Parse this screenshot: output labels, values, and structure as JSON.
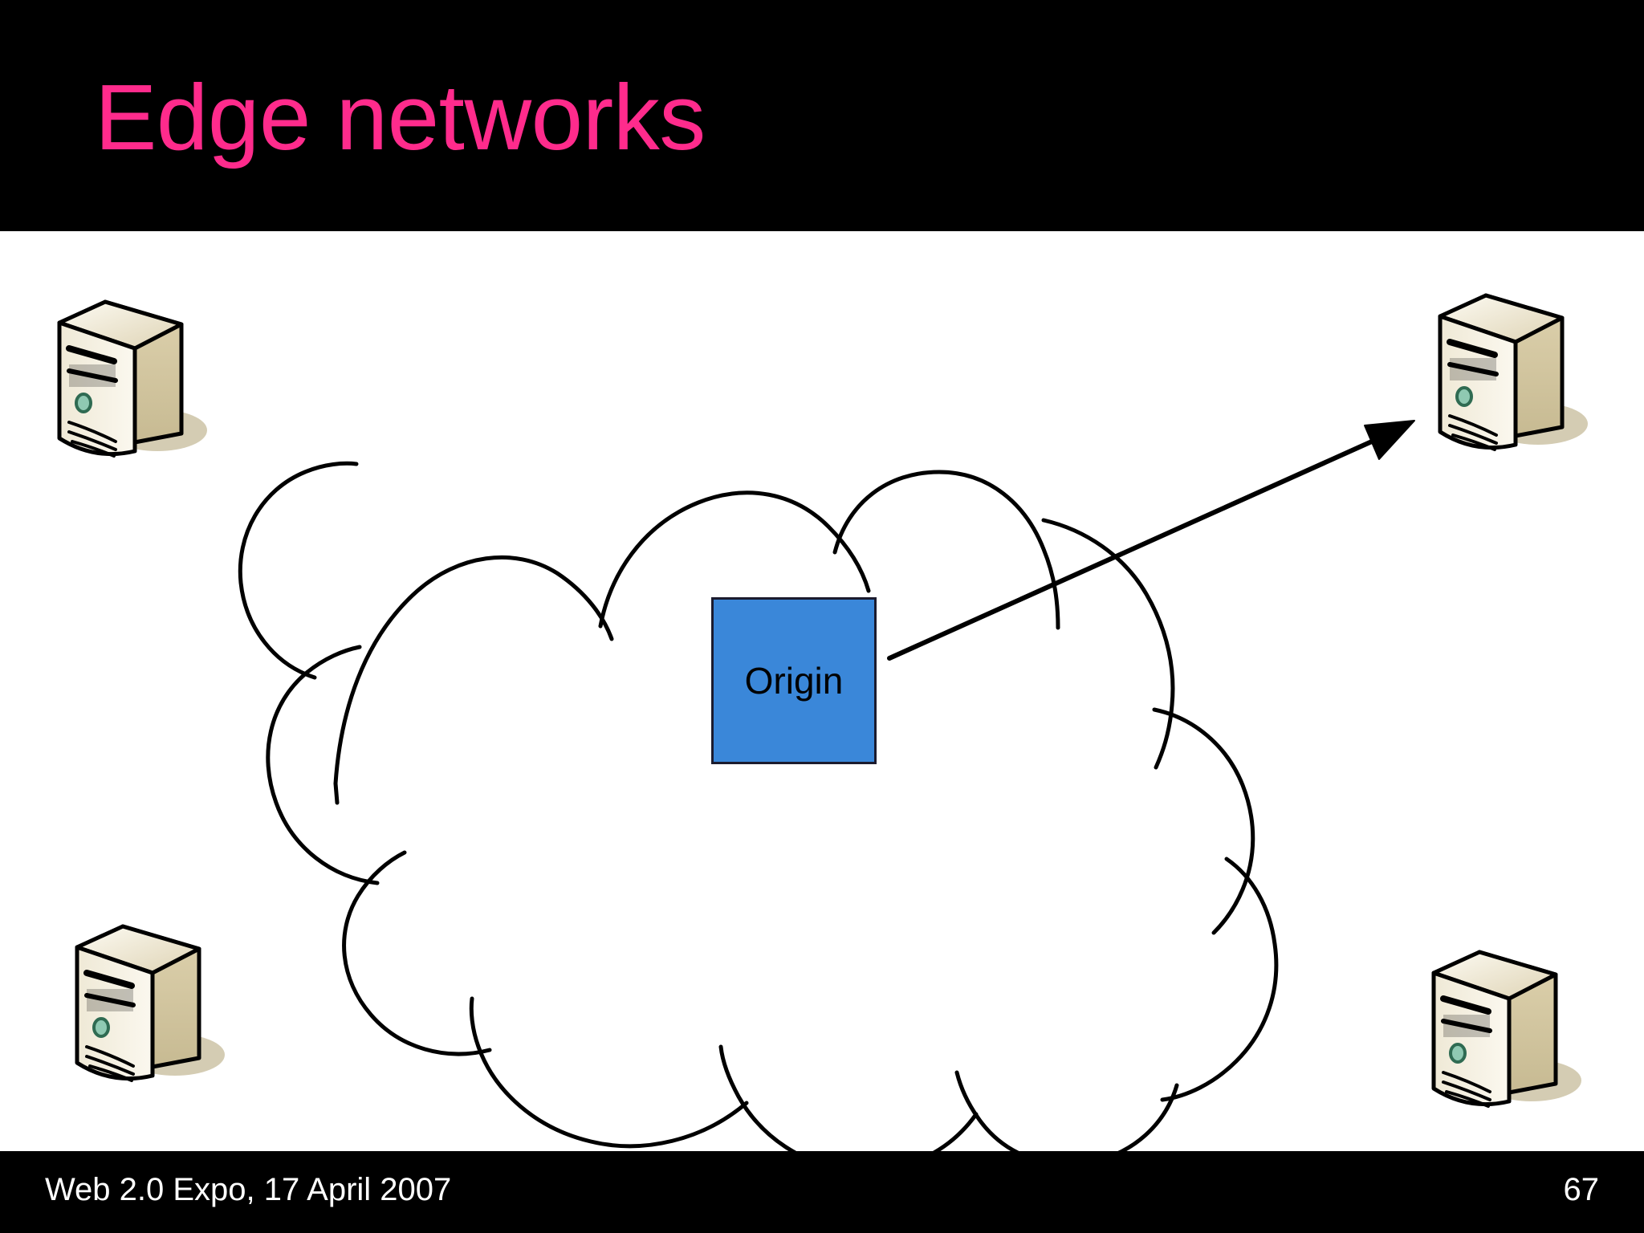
{
  "slide": {
    "title": "Edge networks",
    "title_color": "#ff2b8c",
    "title_bar_color": "#000000",
    "canvas_color": "#ffffff"
  },
  "diagram": {
    "type": "network-cloud-diagram",
    "cloud": {
      "name": "network-cloud",
      "style": "hand-drawn outline",
      "stroke_color": "#000000",
      "fill": "none"
    },
    "origin": {
      "label": "Origin",
      "fill_color": "#3a87d9",
      "border_color": "#1b1b2e",
      "text_color": "#000000"
    },
    "arrow": {
      "name": "origin-to-edge-arrow",
      "from": "Origin",
      "to": "edge-server-top-right",
      "color": "#000000"
    },
    "edge_servers": [
      {
        "id": "edge-server-top-left",
        "position": "top-left"
      },
      {
        "id": "edge-server-top-right",
        "position": "top-right"
      },
      {
        "id": "edge-server-bottom-left",
        "position": "bottom-left"
      },
      {
        "id": "edge-server-bottom-right",
        "position": "bottom-right"
      }
    ],
    "server_colors": {
      "outline": "#000000",
      "top_face": "#f3eedc",
      "front_face": "#e9e2cb",
      "side_face": "#cdc2a0",
      "led": "#4f9d82",
      "shadow": "#cdc3a6"
    }
  },
  "footer": {
    "text": "Web 2.0 Expo, 17 April 2007",
    "page_number": "67",
    "bar_color": "#000000",
    "text_color": "#ffffff"
  }
}
